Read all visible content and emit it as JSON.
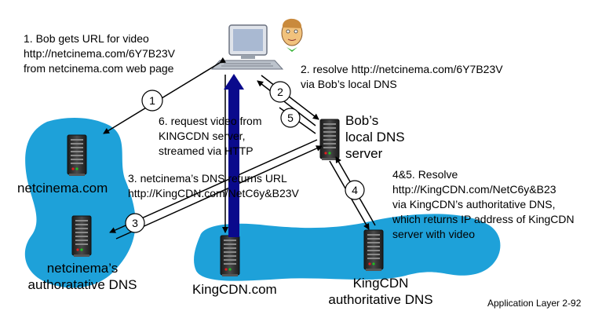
{
  "steps": {
    "step1": [
      "1. Bob gets URL for video",
      "http://netcinema.com/6Y7B23V",
      "from netcinema.com web page"
    ],
    "step2": [
      "2. resolve http://netcinema.com/6Y7B23V",
      "via Bob’s local DNS"
    ],
    "step3": [
      "3. netcinema’s DNS returns URL",
      "http://KingCDN.com/NetC6y&B23V"
    ],
    "step45": [
      "4&5. Resolve",
      "http://KingCDN.com/NetC6y&B23",
      "via KingCDN’s authoritative DNS,",
      "which returns IP address of KingCDN",
      "server  with video"
    ],
    "step6": [
      "6. request video from",
      "KINGCDN server,",
      "streamed via HTTP"
    ]
  },
  "nodes": {
    "local_dns": [
      "Bob’s",
      "local DNS",
      "server"
    ],
    "netcinema": "netcinema.com",
    "netcinema_dns": [
      "netcinema’s",
      "authoratative DNS"
    ],
    "kingcdn": "KingCDN.com",
    "kingcdn_dns": [
      "KingCDN",
      "authoritative DNS"
    ]
  },
  "step_badges": [
    "1",
    "2",
    "3",
    "4",
    "5"
  ],
  "footer": "Application Layer 2-92",
  "colors": {
    "cloud": "#1ea1d9",
    "video_arrow": "#0a0a8c",
    "arrow": "#000000",
    "server_dark": "#2e2e2e"
  }
}
